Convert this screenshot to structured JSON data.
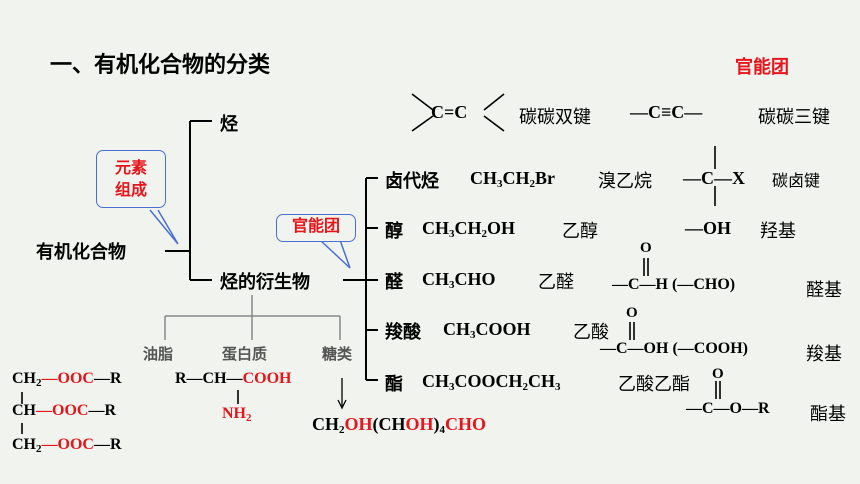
{
  "title": "一、有机化合物的分类",
  "functional_group_header": "官能团",
  "root": "有机化合物",
  "callout_elements": "元素组成",
  "callout_functional": "官能团",
  "hydrocarbon": "烃",
  "derivative": "烃的衍生物",
  "hydrocarbon_groups": [
    {
      "formula": "C=C",
      "name": "碳碳双键"
    },
    {
      "formula": "—C≡C—",
      "name": "碳碳三键"
    }
  ],
  "derivatives": [
    {
      "class": "卤代烃",
      "formula": "CH3CH2Br",
      "example": "溴乙烷",
      "group": "—C—X",
      "group_name": "碳卤键"
    },
    {
      "class": "醇",
      "formula": "CH3CH2OH",
      "example": "乙醇",
      "group": "—OH",
      "group_name": "羟基"
    },
    {
      "class": "醛",
      "formula": "CH3CHO",
      "example": "乙醛",
      "group": "—C—H (—CHO)",
      "group_name": "醛基"
    },
    {
      "class": "羧酸",
      "formula": "CH3COOH",
      "example": "乙酸",
      "group": "—C—OH (—COOH)",
      "group_name": "羧基"
    },
    {
      "class": "酯",
      "formula": "CH3COOCH2CH3",
      "example": "乙酸乙酯",
      "group": "—C—O—R",
      "group_name": "酯基"
    }
  ],
  "biomolecules": [
    "油脂",
    "蛋白质",
    "糖类"
  ],
  "fat": {
    "row_prefix": [
      "CH2—",
      "CH—",
      "CH2—"
    ],
    "row_suffix": "OOC—R"
  },
  "protein": {
    "main": "R—CH—",
    "cooh": "COOH",
    "nh2": "NH2"
  },
  "glucose": "CH2OH(CHOH)4CHO",
  "colors": {
    "accent": "#e8141b",
    "border": "#4a6fd4",
    "line": "#000000"
  }
}
